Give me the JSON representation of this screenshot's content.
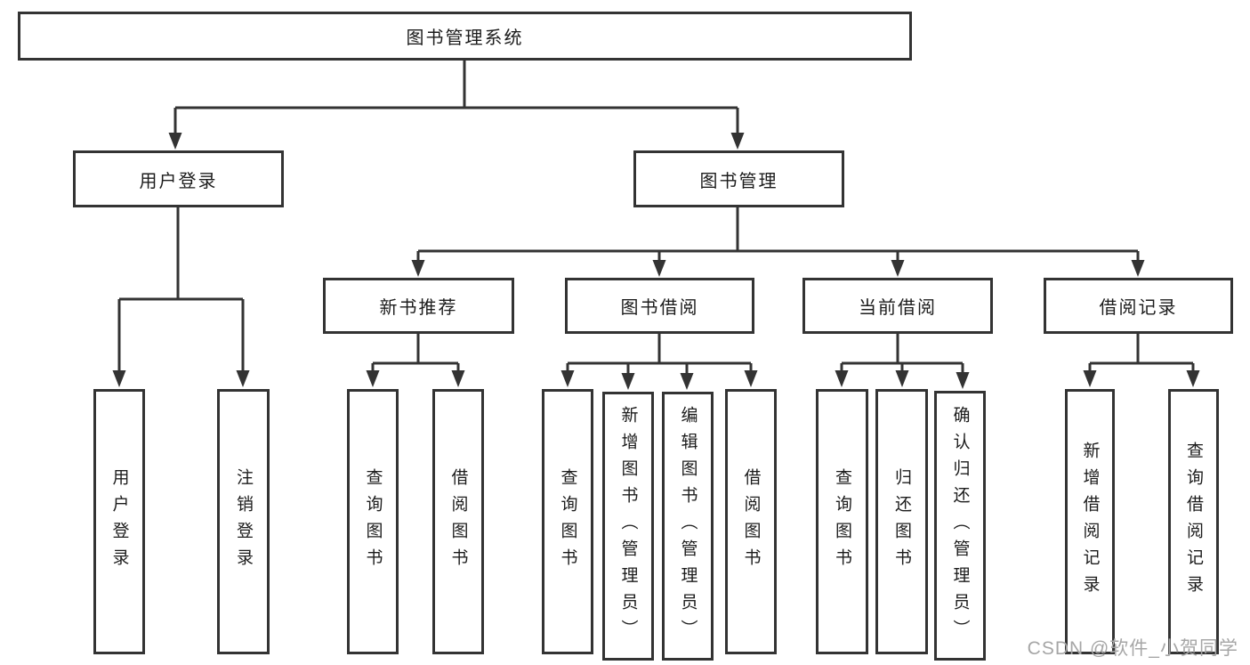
{
  "diagram_title": "图书管理系统",
  "colors": {
    "line": "#333333",
    "box_border": "#333333",
    "box_fill": "#ffffff",
    "text": "#1c1c1c",
    "watermark": "#a6a6a6",
    "background": "#ffffff"
  },
  "nodes": [
    {
      "id": "root",
      "label": "图书管理系统",
      "parent": null
    },
    {
      "id": "user-login",
      "label": "用户登录",
      "parent": "root"
    },
    {
      "id": "book-management",
      "label": "图书管理",
      "parent": "root"
    },
    {
      "id": "new-book-recommendation",
      "label": "新书推荐",
      "parent": "book-management"
    },
    {
      "id": "book-borrowing",
      "label": "图书借阅",
      "parent": "book-management"
    },
    {
      "id": "current-borrowing",
      "label": "当前借阅",
      "parent": "book-management"
    },
    {
      "id": "borrowing-records",
      "label": "借阅记录",
      "parent": "book-management"
    },
    {
      "id": "leaf-user-login",
      "label": "用户登录",
      "parent": "user-login"
    },
    {
      "id": "leaf-logout",
      "label": "注销登录",
      "parent": "user-login"
    },
    {
      "id": "leaf-query-books-1",
      "label": "查询图书",
      "parent": "new-book-recommendation"
    },
    {
      "id": "leaf-borrow-books-1",
      "label": "借阅图书",
      "parent": "new-book-recommendation"
    },
    {
      "id": "leaf-query-books-2",
      "label": "查询图书",
      "parent": "book-borrowing"
    },
    {
      "id": "leaf-add-books",
      "label": "新增图书（管理员）",
      "parent": "book-borrowing"
    },
    {
      "id": "leaf-edit-books",
      "label": "编辑图书（管理员）",
      "parent": "book-borrowing"
    },
    {
      "id": "leaf-borrow-books-2",
      "label": "借阅图书",
      "parent": "book-borrowing"
    },
    {
      "id": "leaf-query-books-3",
      "label": "查询图书",
      "parent": "current-borrowing"
    },
    {
      "id": "leaf-return-books",
      "label": "归还图书",
      "parent": "current-borrowing"
    },
    {
      "id": "leaf-confirm-return",
      "label": "确认归还（管理员）",
      "parent": "current-borrowing"
    },
    {
      "id": "leaf-add-borrow-record",
      "label": "新增借阅记录",
      "parent": "borrowing-records"
    },
    {
      "id": "leaf-query-borrow-record",
      "label": "查询借阅记录",
      "parent": "borrowing-records"
    }
  ],
  "watermark": "CSDN @软件_小贺同学"
}
